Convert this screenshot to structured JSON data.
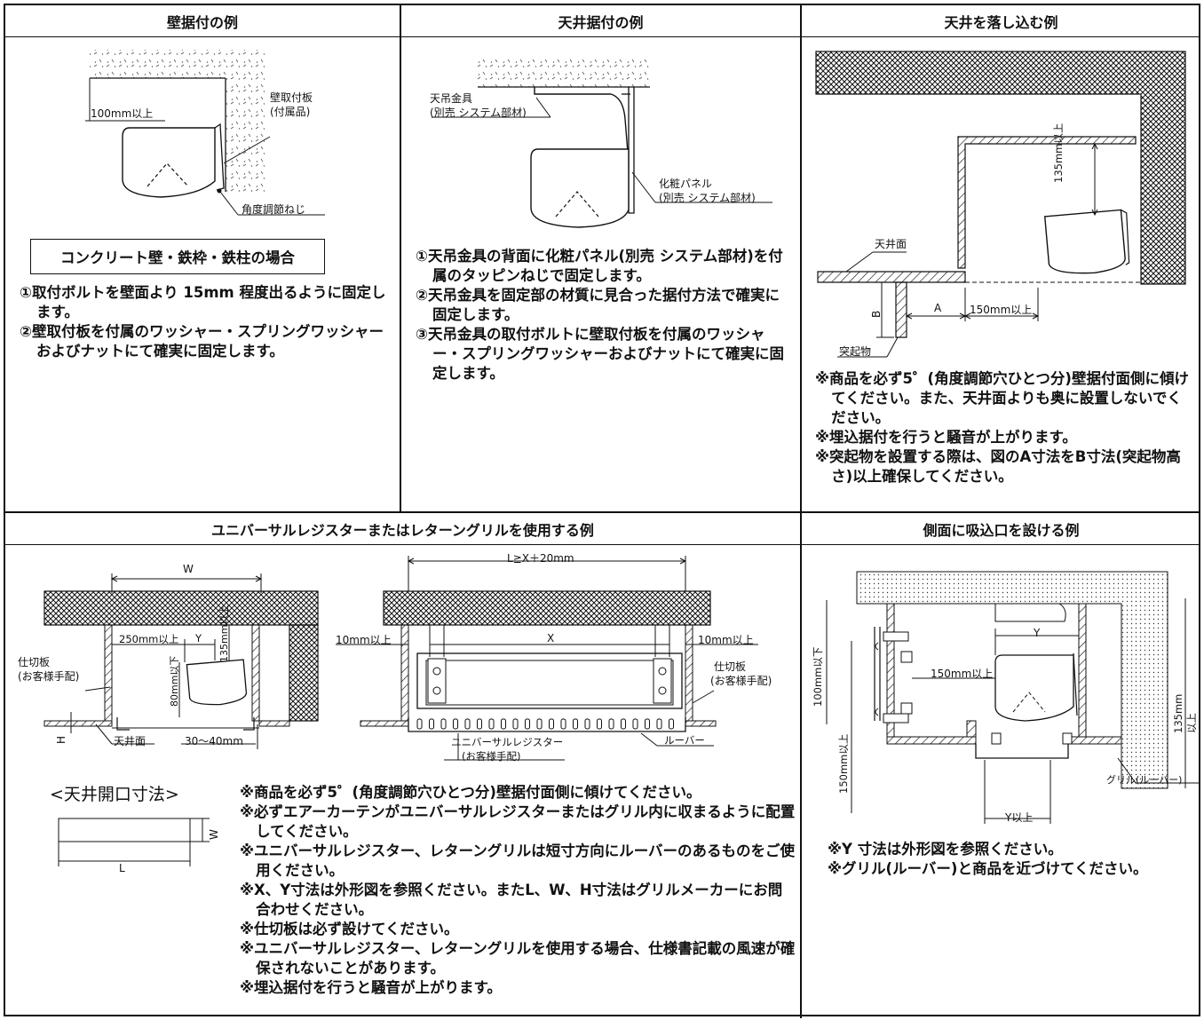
{
  "headers": {
    "wall": "壁据付の例",
    "ceiling": "天井据付の例",
    "recessed": "天井を落し込む例",
    "register": "ユニバーサルレジスターまたはレターングリルを使用する例",
    "side": "側面に吸込口を設ける例"
  },
  "wall": {
    "dim_100": "100mm以上",
    "plate_1": "壁取付板",
    "plate_2": "(付属品)",
    "angle_screw": "角度調節ねじ",
    "box_title": "コンクリート壁・鉄枠・鉄柱の場合",
    "notes": [
      "①取付ボルトを壁面より 15mm 程度出るように固定します。",
      "②壁取付板を付属のワッシャー・スプリングワッシャーおよびナットにて確実に固定します。"
    ]
  },
  "ceiling": {
    "bracket_1": "天吊金具",
    "bracket_2": "(別売 システム部材)",
    "panel_1": "化粧パネル",
    "panel_2": "(別売 システム部材)",
    "notes": [
      "①天吊金具の背面に化粧パネル(別売 システム部材)を付属のタッピンねじで固定します。",
      "②天吊金具を固定部の材質に見合った据付方法で確実に固定します。",
      "③天吊金具の取付ボルトに壁取付板を付属のワッシャー・スプリングワッシャーおよびナットにて確実に固定します。"
    ]
  },
  "recessed": {
    "dim_135": "135mm以上",
    "ceiling_face": "天井面",
    "dim_B": "B",
    "dim_A": "A",
    "dim_150": "150mm以上",
    "projection": "突起物",
    "notes": [
      "※商品を必ず5゜(角度調節穴ひとつ分)壁据付面側に傾けてください。また、天井面よりも奥に設置しないでください。",
      "※埋込据付を行うと騒音が上がります。",
      "※突起物を設置する際は、図のA寸法をB寸法(突起物高さ)以上確保してください。"
    ]
  },
  "register": {
    "dim_W": "W",
    "dim_250": "250mm以上",
    "dim_Y": "Y",
    "dim_135": "135mm以上",
    "dim_80": "80mm以下",
    "partition_1": "仕切板",
    "partition_2": "(お客様手配)",
    "dim_H": "H",
    "ceiling_face": "天井面",
    "dim_3040": "30～40mm",
    "dim_L": "L≧X＋20mm",
    "dim_10_left": "10mm以上",
    "dim_10_right": "10mm以上",
    "dim_X": "X",
    "partition_r1": "仕切板",
    "partition_r2": "(お客様手配)",
    "univ_1": "ユニバーサルレジスター",
    "univ_2": "(お客様手配)",
    "louver": "ルーバー",
    "opening_title": "<天井開口寸法>",
    "open_W": "W",
    "open_L": "L",
    "notes": [
      "※商品を必ず5゜(角度調節穴ひとつ分)壁据付面側に傾けてください。",
      "※必ずエアーカーテンがユニバーサルレジスターまたはグリル内に収まるように配置してください。",
      "※ユニバーサルレジスター、レターングリルは短寸方向にルーバーのあるものをご使用ください。",
      "※X、Y寸法は外形図を参照ください。またL、W、H寸法はグリルメーカーにお問合わせください。",
      "※仕切板は必ず設けてください。",
      "※ユニバーサルレジスター、レターングリルを使用する場合、仕様書記載の風速が確保されないことがあります。",
      "※埋込据付を行うと騒音が上がります。"
    ]
  },
  "side": {
    "dim_Y": "Y",
    "dim_150": "150mm以上",
    "dim_100": "100mm以下",
    "dim_150v": "150mm以上",
    "dim_135": "135mm以上",
    "grille": "グリル(ルーバー)",
    "dim_Yover": "Y以上",
    "notes": [
      "※Y 寸法は外形図を参照ください。",
      "※グリル(ルーバー)と商品を近づけてください。"
    ]
  }
}
